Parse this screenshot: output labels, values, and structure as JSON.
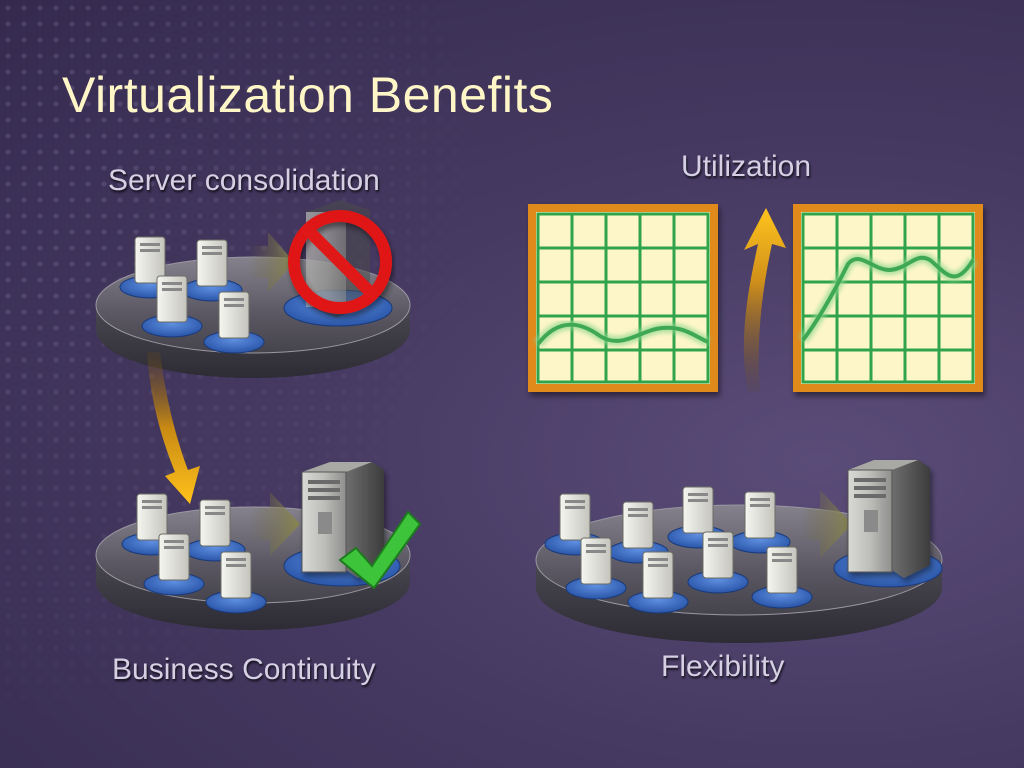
{
  "slide": {
    "title": "Virtualization Benefits"
  },
  "labels": {
    "server_consolidation": "Server consolidation",
    "utilization": "Utilization",
    "business_continuity": "Business Continuity",
    "flexibility": "Flexibility"
  },
  "colors": {
    "title": "#fff6c8",
    "label": "#d6d0e4",
    "chart_frame": "#e08a1e",
    "chart_grid": "#2fa44a",
    "chart_bg": "#fdf6c8",
    "curve": "#3fa854",
    "arrow_gold": "#f2b21a",
    "prohibited_red": "#e01818",
    "check_green": "#3ec43a"
  },
  "icons": {
    "consolidation_top": "prohibited-server-icon",
    "continuity_top": "server-check-icon",
    "utilization_arrow": "up-arrow-icon"
  }
}
